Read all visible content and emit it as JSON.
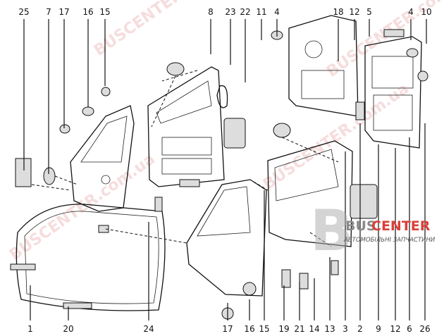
{
  "diagram": {
    "top_labels": [
      "25",
      "7",
      "17",
      "16",
      "15",
      "8",
      "23",
      "22",
      "11",
      "4",
      "18",
      "12",
      "5",
      "4",
      "10"
    ],
    "bottom_labels": [
      "1",
      "20",
      "24",
      "17",
      "16",
      "15",
      "19",
      "21",
      "14",
      "13",
      "3",
      "2",
      "9",
      "12",
      "6",
      "26"
    ]
  },
  "watermark": {
    "site": "BUSCENTER.com.ua",
    "logo_letter": "B",
    "logo_bus": "BUS",
    "logo_center": "CENTER",
    "logo_tagline": "АВТОМОБІЛЬНІ ЗАПЧАСТИНИ"
  },
  "colors": {
    "logo_red": "#d9413a",
    "logo_grey": "#8a8a8a"
  }
}
